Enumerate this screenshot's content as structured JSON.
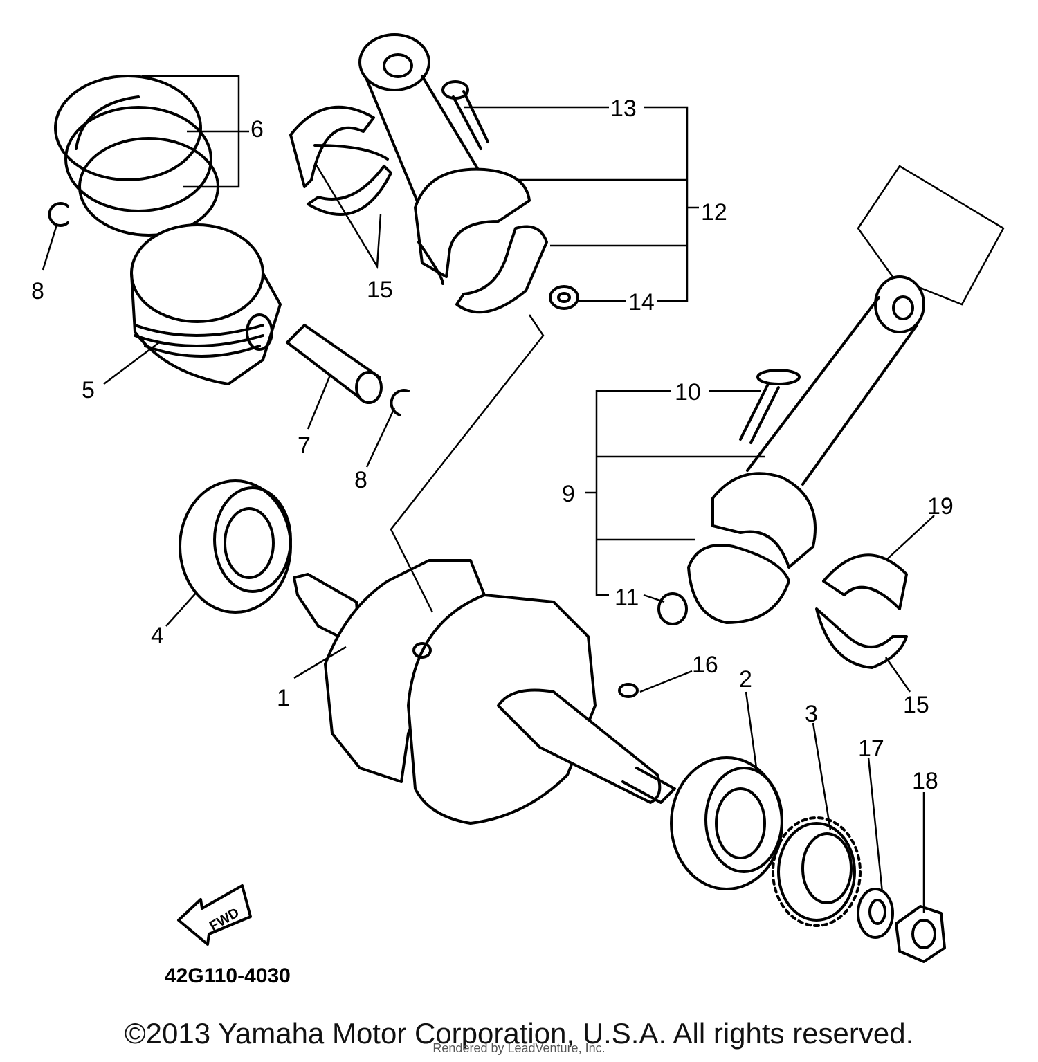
{
  "diagram": {
    "callouts": [
      "6",
      "8",
      "5",
      "15",
      "13",
      "12",
      "14",
      "7",
      "8",
      "10",
      "9",
      "4",
      "1",
      "11",
      "16",
      "2",
      "19",
      "15",
      "3",
      "17",
      "18"
    ],
    "fwd_label": "FWD",
    "code": "42G110-4030"
  },
  "footer": {
    "copyright": "©2013 Yamaha Motor Corporation, U.S.A. All rights reserved.",
    "rendered_by": "Rendered by LeadVenture, Inc."
  }
}
